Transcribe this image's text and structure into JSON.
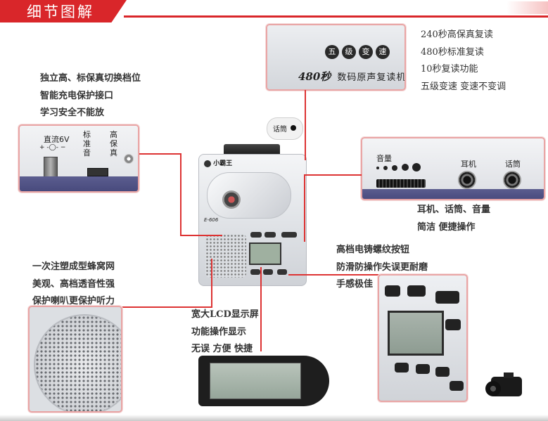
{
  "header": {
    "title": "细节图解"
  },
  "callouts": {
    "top_right": [
      "240秒高保真复读",
      "480秒标准复读",
      "10秒复读功能",
      "五级变速  变速不变调"
    ],
    "top_left": [
      "独立高、标保真切换档位",
      "智能充电保护接口",
      "学习安全不能放"
    ],
    "mid_right": [
      "耳机、话筒、音量",
      "简洁 便捷操作"
    ],
    "speaker": [
      "一次注塑成型蜂窝网",
      "美观、高档透音性强",
      "保护喇叭更保护听力"
    ],
    "buttons": [
      "高档电铸螺纹按钮",
      "防滑防操作失误更耐磨",
      "手感极佳"
    ],
    "lcd": [
      "宽大LCD显示屏",
      "功能操作显示",
      "无误 方便  快捷"
    ]
  },
  "label_panel": {
    "badge": [
      "五",
      "级",
      "变",
      "速"
    ],
    "slogan_num": "480秒",
    "slogan_text": "数码原声复读机"
  },
  "mic_label": "话筒",
  "power_panel": {
    "power_label": "直流6V",
    "polarity": "+ -◯- −",
    "mode1": [
      "标",
      "准",
      "音"
    ],
    "mode2": [
      "高",
      "保",
      "真"
    ]
  },
  "jack_panel": {
    "volume_label": "音量",
    "headphone_label": "耳机",
    "mic_label": "话筒"
  },
  "device": {
    "brand": "小霸王",
    "model": "E-606"
  },
  "colors": {
    "accent": "#d9262a",
    "box_border": "#e9a5a5",
    "connector": "#dd3333"
  }
}
